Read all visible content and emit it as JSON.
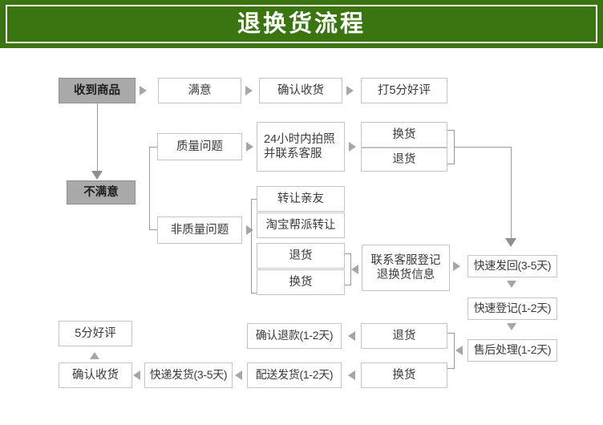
{
  "header": {
    "title": "退换货流程"
  },
  "nodes": {
    "received": "收到商品",
    "satisfied": "满意",
    "confirm_receipt_top": "确认收货",
    "five_star_rate": "打5分好评",
    "unsatisfied": "不满意",
    "quality_issue": "质量问题",
    "photo_24h": "24小时内拍照\n并联系客服",
    "exchange_q": "换货",
    "return_q": "退货",
    "non_quality_issue": "非质量问题",
    "transfer_friend": "转让亲友",
    "taobao_guild_transfer": "淘宝帮派转让",
    "return_nq": "退货",
    "exchange_nq": "换货",
    "contact_service_register": "联系客服登记\n退换货信息",
    "fast_send_back": "快速发回(3-5天)",
    "fast_register": "快速登记(1-2天)",
    "after_sales": "售后处理(1-2天)",
    "return_bottom": "退货",
    "exchange_bottom": "换货",
    "confirm_refund": "确认退款(1-2天)",
    "delivery_ship": "配送发货(1-2天)",
    "express_ship": "快递发货(3-5天)",
    "confirm_receipt_bottom": "确认收货",
    "five_star_bottom": "5分好评"
  },
  "colors": {
    "banner_green": "#3a7511",
    "box_border": "#c4c4c4",
    "filled_gray": "#a9a9a9",
    "line_gray": "#9a9a9a",
    "text_dark": "#3a3a3a"
  }
}
